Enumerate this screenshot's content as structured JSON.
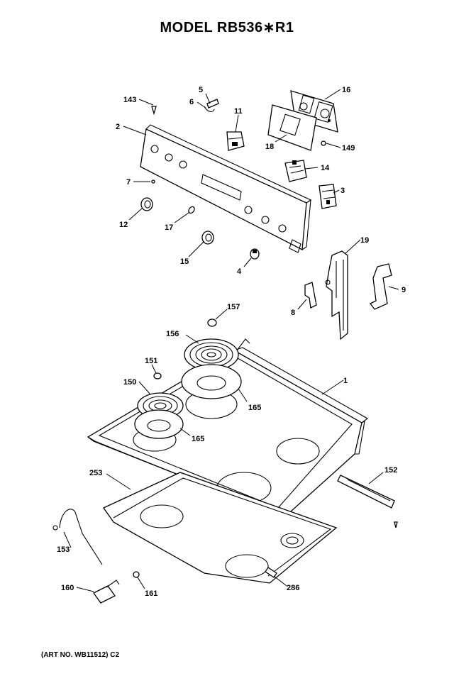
{
  "title": "MODEL RB536∗R1",
  "art_number": "(ART NO. WB11512) C2",
  "callouts": {
    "c1": "1",
    "c2": "2",
    "c3": "3",
    "c4": "4",
    "c5": "5",
    "c6": "6",
    "c7": "7",
    "c8": "8",
    "c9": "9",
    "c11": "11",
    "c12": "12",
    "c14": "14",
    "c15": "15",
    "c16": "16",
    "c17": "17",
    "c18": "18",
    "c19": "19",
    "c143": "143",
    "c149": "149",
    "c150": "150",
    "c151": "151",
    "c152": "152",
    "c153": "153",
    "c156": "156",
    "c157": "157",
    "c160": "160",
    "c161": "161",
    "c165a": "165",
    "c165b": "165",
    "c253": "253",
    "c286": "286"
  }
}
